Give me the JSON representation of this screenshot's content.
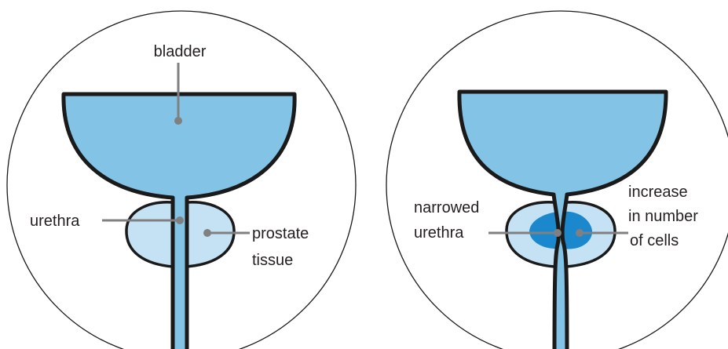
{
  "colors": {
    "bladder_fill": "#83c3e6",
    "prostate_fill": "#c5e2f5",
    "cell_growth_fill": "#1b88ce",
    "outline": "#1a1a1a",
    "leader_line": "#808080"
  },
  "left_panel": {
    "labels": {
      "bladder": "bladder",
      "urethra": "urethra",
      "prostate_line1": "prostate",
      "prostate_line2": "tissue"
    }
  },
  "right_panel": {
    "labels": {
      "narrowed_line1": "narrowed",
      "narrowed_line2": "urethra",
      "increase_line1": "increase",
      "increase_line2": "in number",
      "increase_line3": "of cells"
    }
  }
}
